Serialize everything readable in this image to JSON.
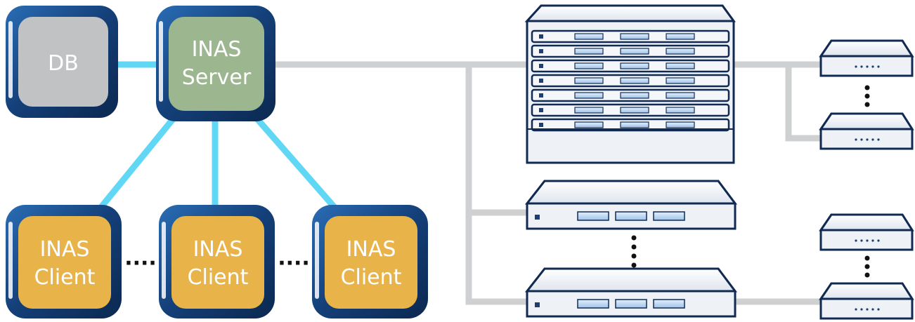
{
  "nodes": {
    "db": {
      "line1": "DB"
    },
    "server": {
      "line1": "INAS",
      "line2": "Server"
    },
    "clients": [
      {
        "line1": "INAS",
        "line2": "Client"
      },
      {
        "line1": "INAS",
        "line2": "Client"
      },
      {
        "line1": "INAS",
        "line2": "Client"
      }
    ]
  },
  "separators": {
    "client_gap": "····"
  },
  "colors": {
    "db_fill": "#c1c2c4",
    "server_fill": "#9cb78f",
    "client_fill": "#e8b44a",
    "frame_dark": "#0d2f5c",
    "frame_mid": "#1e5a9c",
    "link_blue": "#5fd7f5",
    "link_gray": "#cfd0d2",
    "device_body": "#eef1f6",
    "device_edge": "#102a52"
  }
}
